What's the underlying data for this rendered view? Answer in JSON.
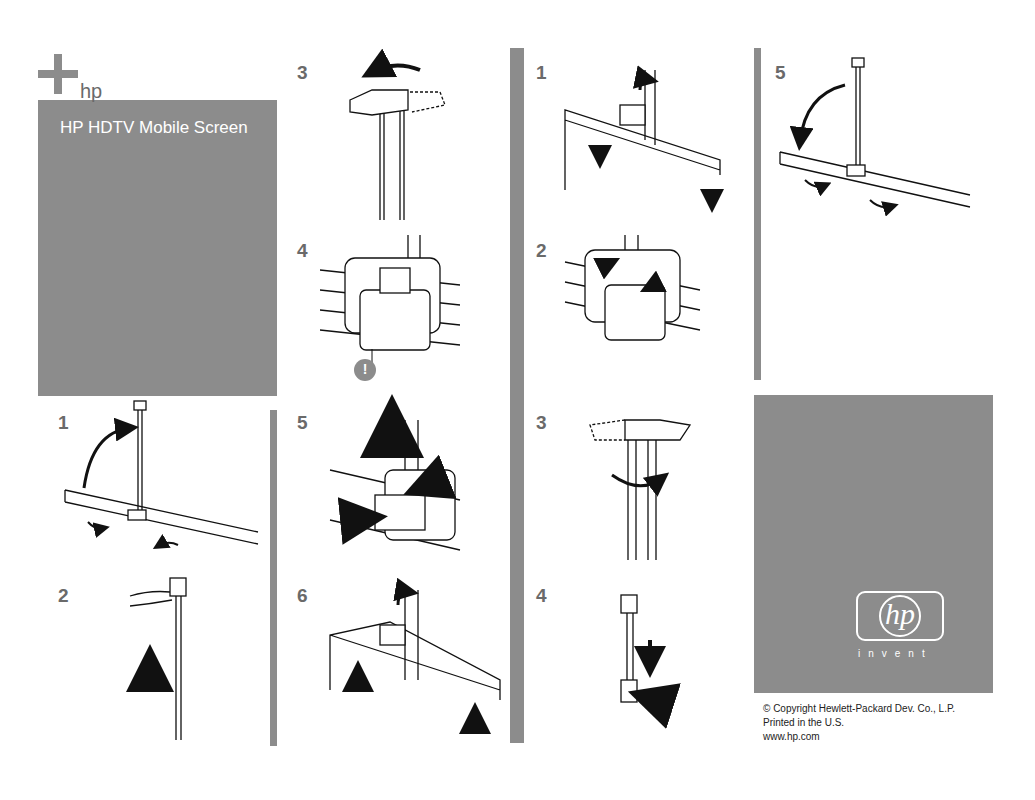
{
  "diagram": {
    "title": "HP HDTV Mobile Screen",
    "labels": [
      "hp",
      "1",
      "2",
      "3",
      "4",
      "!",
      "5",
      "6",
      "1",
      "2",
      "3",
      "4",
      "5",
      "hp",
      "invent",
      "© Copyright Hewlett-Packard Dev. Co., L.P.",
      "Printed in the U.S.",
      "www.hp.com"
    ]
  }
}
